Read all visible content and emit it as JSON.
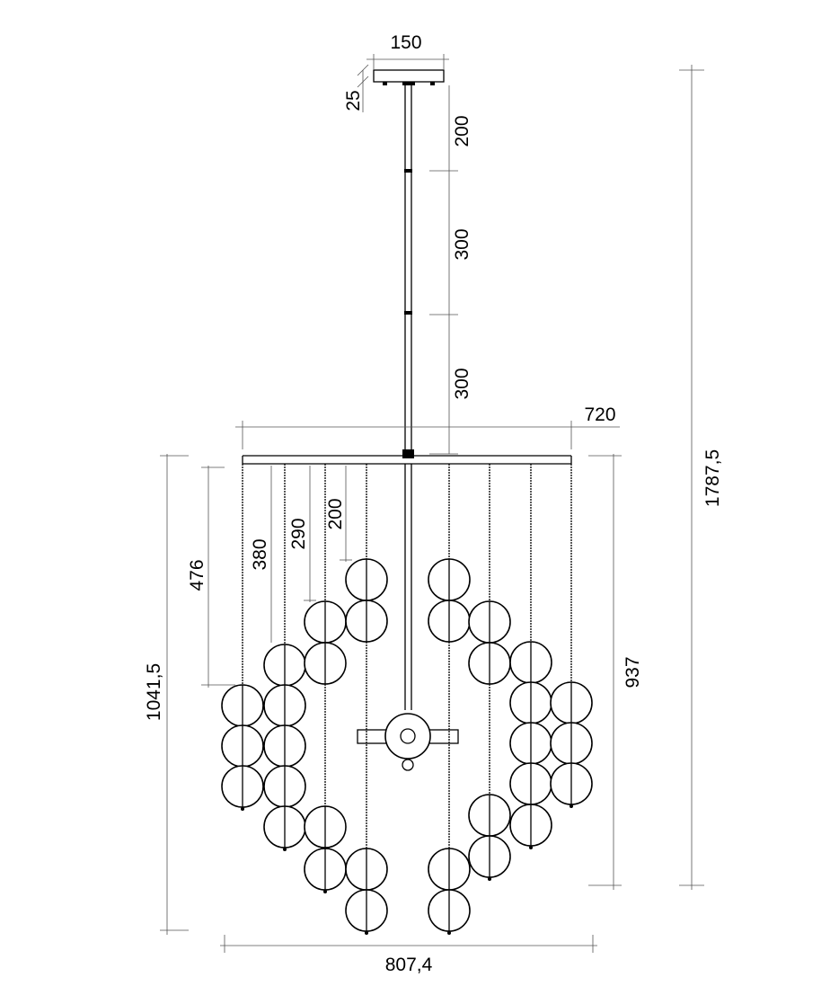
{
  "dimensions": {
    "canopy_width": "150",
    "canopy_height": "25",
    "rod_segment_1": "200",
    "rod_segment_2": "300",
    "rod_segment_3": "300",
    "bar_width": "720",
    "total_height": "1787,5",
    "hang_476": "476",
    "hang_380": "380",
    "hang_290": "290",
    "hang_200": "200",
    "body_height": "1041,5",
    "drop_height": "937",
    "overall_width": "807,4"
  }
}
